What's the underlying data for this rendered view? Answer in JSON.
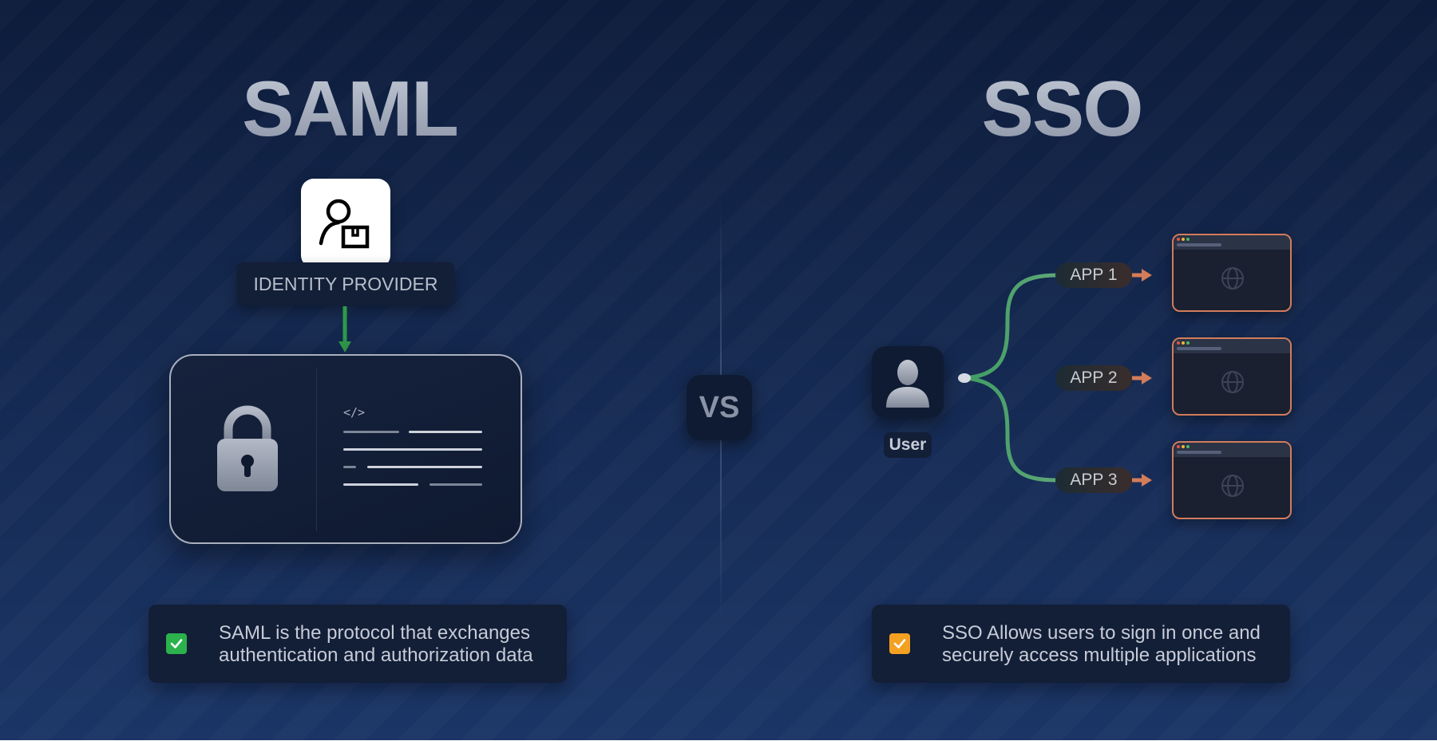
{
  "titles": {
    "left": "SAML",
    "right": "SSO"
  },
  "vs_label": "VS",
  "saml": {
    "idp_label": "IDENTITY PROVIDER",
    "code_tag": "</>",
    "note": "SAML is the protocol that exchanges authentication and authorization data"
  },
  "sso": {
    "user_label": "User",
    "apps": [
      "APP 1",
      "APP 2",
      "APP 3"
    ],
    "note": "SSO Allows users to sign in once and securely access multiple applications"
  },
  "colors": {
    "background": "#14284f",
    "green_accent": "#3f9d63",
    "orange_accent": "#d37c5a",
    "check_green": "#2bb24c",
    "check_orange": "#f4a021"
  },
  "icons": [
    "identity-provider-icon",
    "lock-icon",
    "code-icon",
    "user-icon",
    "globe-icon",
    "check-icon",
    "arrow-icon"
  ]
}
